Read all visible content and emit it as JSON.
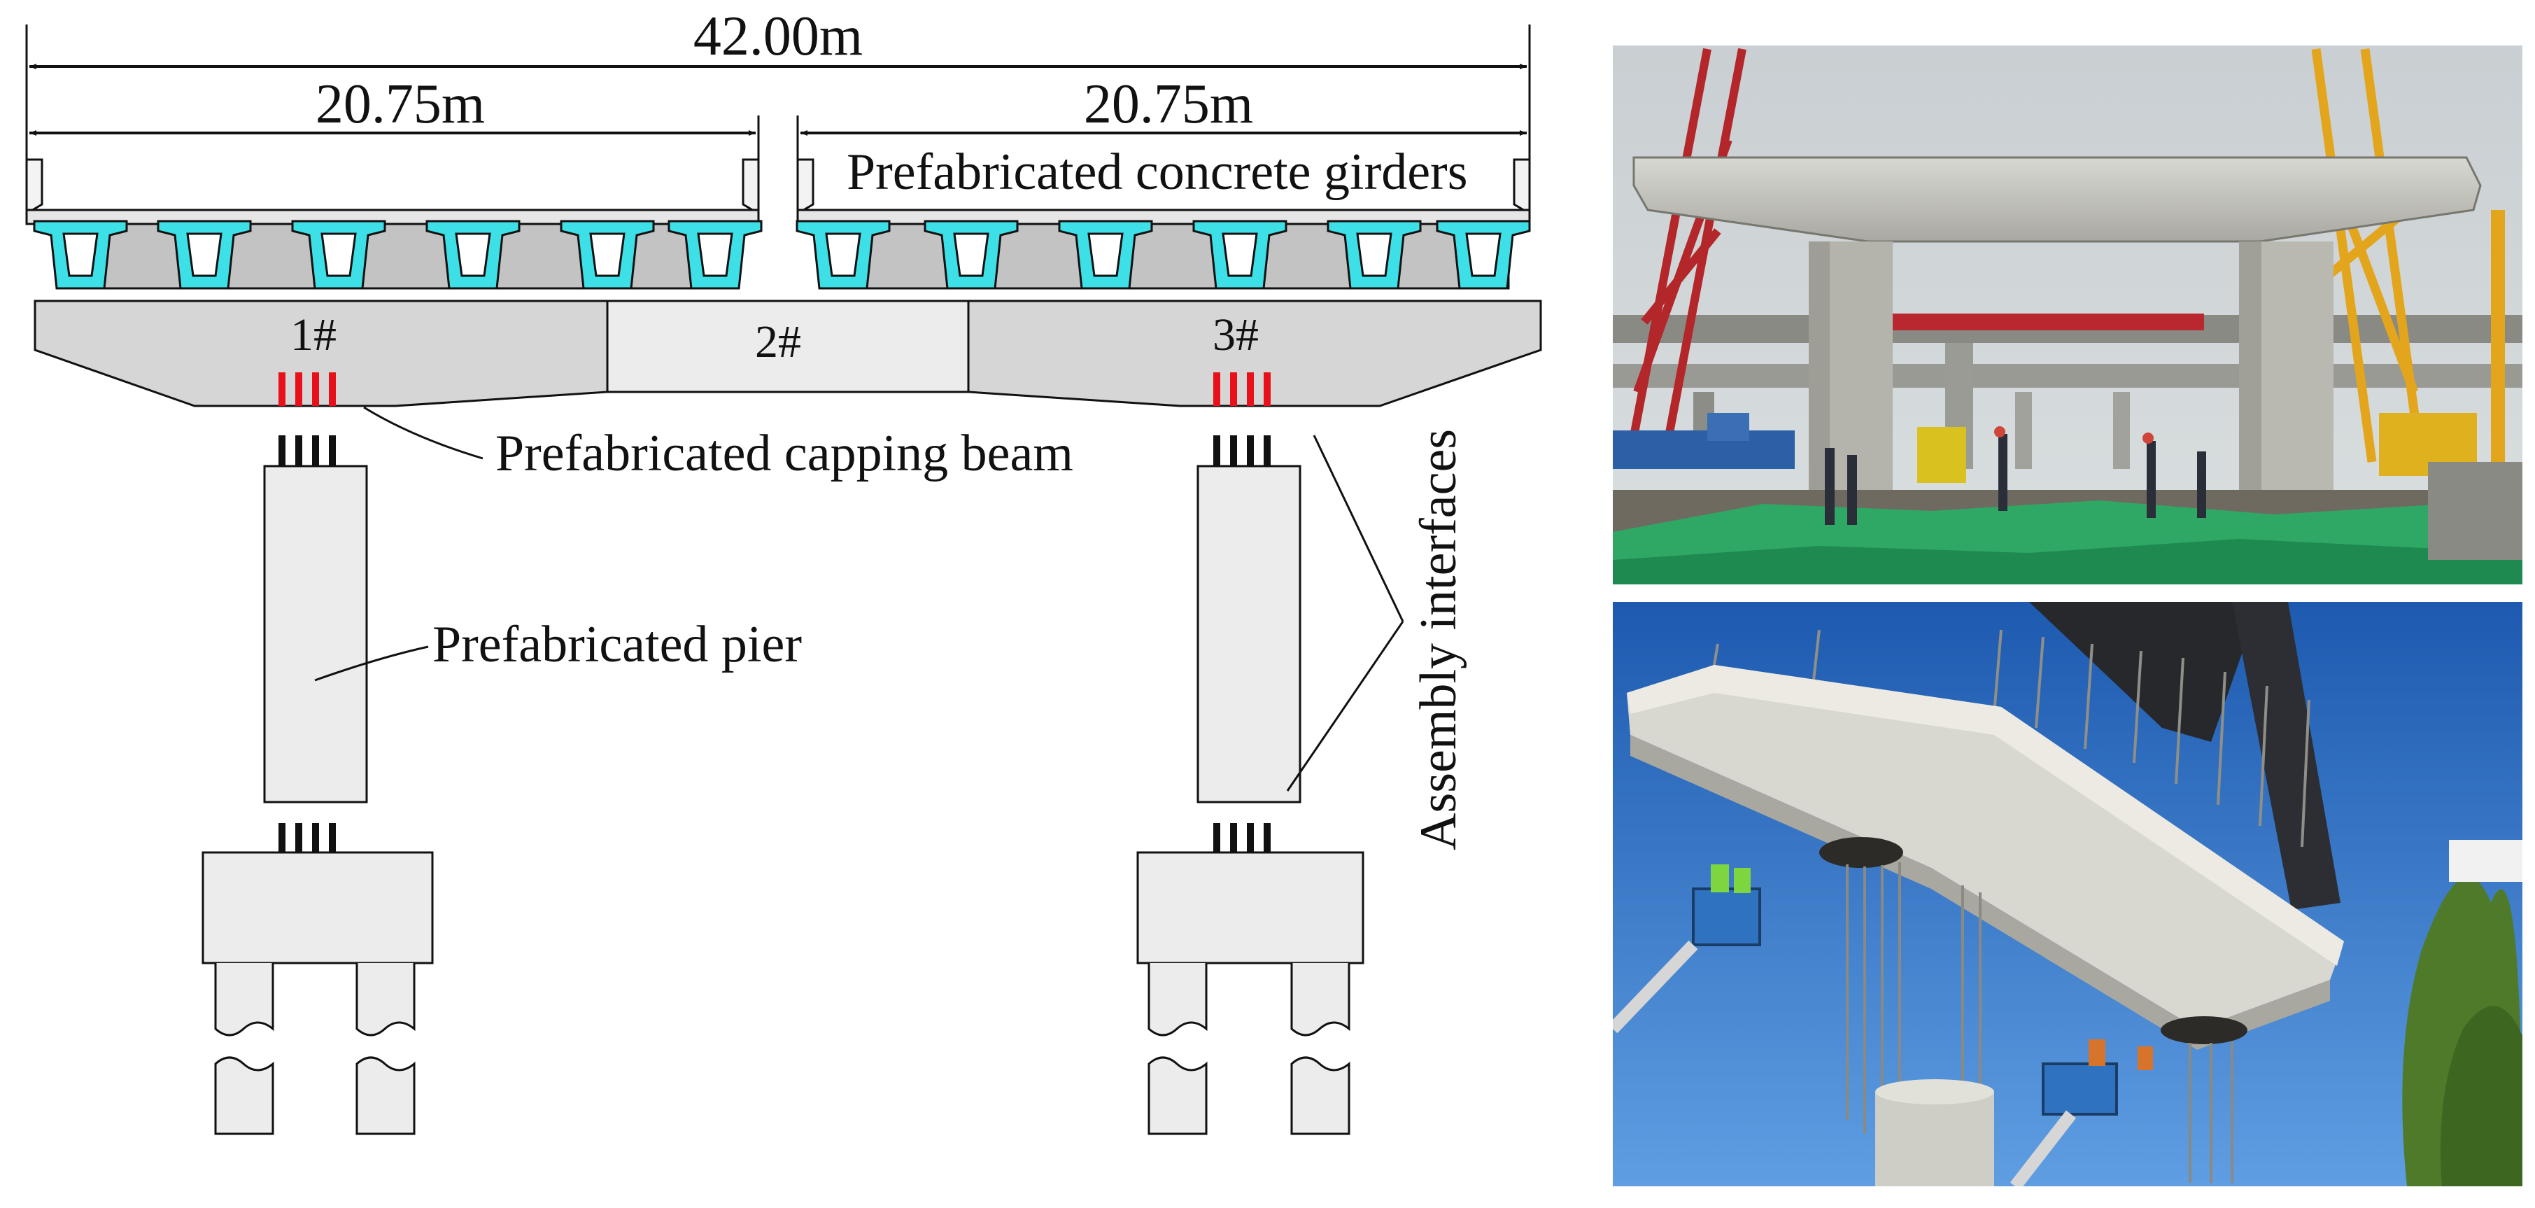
{
  "dimensions": {
    "total": "42.00m",
    "left_span": "20.75m",
    "right_span": "20.75m"
  },
  "labels": {
    "girders": "Prefabricated concrete girders",
    "capping_beam": "Prefabricated capping beam",
    "pier": "Prefabricated pier",
    "interfaces": "Assembly interfaces"
  },
  "segments": [
    "1#",
    "2#",
    "3#"
  ],
  "colors": {
    "girder": "#3ee0e8",
    "concrete": "#d4d4d4",
    "concrete_light": "#ececec",
    "rebar_red": "#e8111a",
    "rebar_black": "#111111"
  },
  "photos": {
    "top": "construction-site-with-cranes",
    "bottom": "capping-beam-lifting"
  }
}
